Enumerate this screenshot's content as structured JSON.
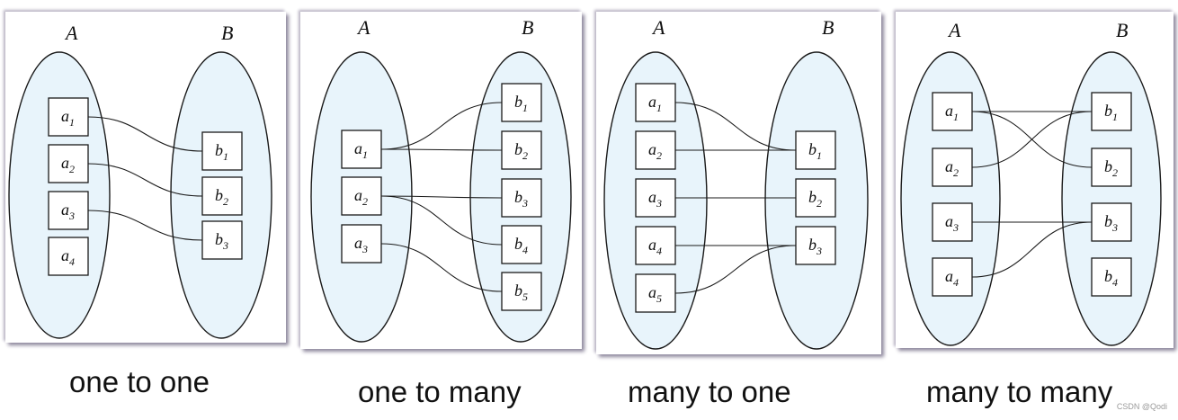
{
  "colors": {
    "set_fill": "#e8f4fb",
    "stroke": "#1a1a1a",
    "box_fill": "#ffffff"
  },
  "panels": [
    {
      "caption": "one to one",
      "set_a": {
        "label": "A",
        "elements": [
          [
            "a",
            "1"
          ],
          [
            "a",
            "2"
          ],
          [
            "a",
            "3"
          ],
          [
            "a",
            "4"
          ]
        ]
      },
      "set_b": {
        "label": "B",
        "elements": [
          [
            "b",
            "1"
          ],
          [
            "b",
            "2"
          ],
          [
            "b",
            "3"
          ]
        ]
      },
      "links": [
        [
          0,
          0
        ],
        [
          1,
          1
        ],
        [
          2,
          2
        ]
      ]
    },
    {
      "caption": "one to many",
      "set_a": {
        "label": "A",
        "elements": [
          [
            "a",
            "1"
          ],
          [
            "a",
            "2"
          ],
          [
            "a",
            "3"
          ]
        ]
      },
      "set_b": {
        "label": "B",
        "elements": [
          [
            "b",
            "1"
          ],
          [
            "b",
            "2"
          ],
          [
            "b",
            "3"
          ],
          [
            "b",
            "4"
          ],
          [
            "b",
            "5"
          ]
        ]
      },
      "links": [
        [
          0,
          0
        ],
        [
          0,
          1
        ],
        [
          1,
          2
        ],
        [
          1,
          3
        ],
        [
          2,
          4
        ]
      ]
    },
    {
      "caption": "many to one",
      "set_a": {
        "label": "A",
        "elements": [
          [
            "a",
            "1"
          ],
          [
            "a",
            "2"
          ],
          [
            "a",
            "3"
          ],
          [
            "a",
            "4"
          ],
          [
            "a",
            "5"
          ]
        ]
      },
      "set_b": {
        "label": "B",
        "elements": [
          [
            "b",
            "1"
          ],
          [
            "b",
            "2"
          ],
          [
            "b",
            "3"
          ]
        ]
      },
      "links": [
        [
          0,
          0
        ],
        [
          1,
          0
        ],
        [
          2,
          1
        ],
        [
          3,
          2
        ],
        [
          4,
          2
        ]
      ]
    },
    {
      "caption": "many to many",
      "set_a": {
        "label": "A",
        "elements": [
          [
            "a",
            "1"
          ],
          [
            "a",
            "2"
          ],
          [
            "a",
            "3"
          ],
          [
            "a",
            "4"
          ]
        ]
      },
      "set_b": {
        "label": "B",
        "elements": [
          [
            "b",
            "1"
          ],
          [
            "b",
            "2"
          ],
          [
            "b",
            "3"
          ],
          [
            "b",
            "4"
          ]
        ]
      },
      "links": [
        [
          0,
          0
        ],
        [
          0,
          1
        ],
        [
          1,
          0
        ],
        [
          2,
          2
        ],
        [
          3,
          2
        ]
      ]
    }
  ],
  "watermark": "CSDN @Qodi"
}
